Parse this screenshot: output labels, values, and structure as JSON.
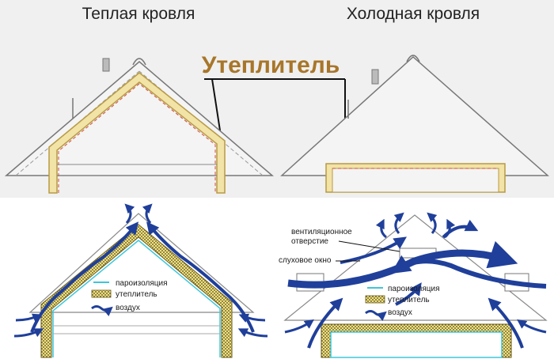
{
  "titles": {
    "warm_roof": "Теплая кровля",
    "cold_roof": "Холодная кровля"
  },
  "callout": "Утеплитель",
  "legend_left": {
    "vapor": "пароизоляция",
    "insulation": "утеплитель",
    "air": "воздух"
  },
  "legend_right": {
    "vapor": "пароизоляция",
    "insulation": "утеплитель",
    "air": "воздух"
  },
  "labels": {
    "vent_line1": "вентиляционное",
    "vent_line2": "отверстие",
    "dormer": "слуховое окно"
  },
  "colors": {
    "insulation": "#f2e3a6",
    "insulation_stroke": "#b89a45",
    "vapor": "#3ec6d8",
    "air": "#1f3f9a",
    "callout": "#a8762a"
  }
}
